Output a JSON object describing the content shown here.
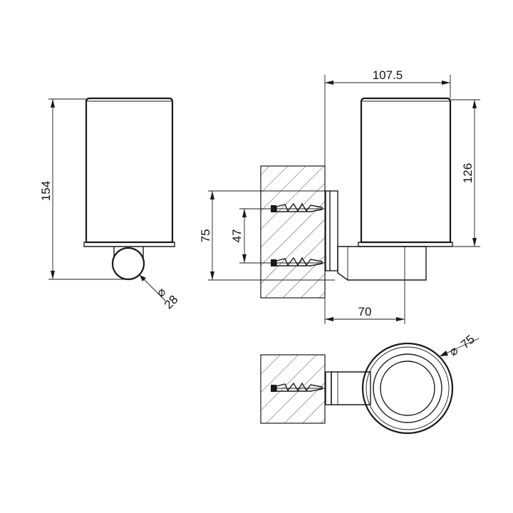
{
  "dimensions": {
    "overall_height": "154",
    "holder_diameter": "28",
    "projection": "107.5",
    "cup_height": "126",
    "bracket_height": "75",
    "screw_spacing": "47",
    "center_distance": "70",
    "cup_diameter": "75",
    "diameter_symbol": "⌀"
  }
}
